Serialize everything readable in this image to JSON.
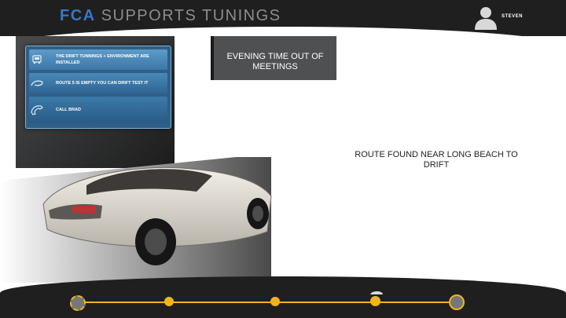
{
  "header": {
    "brand_accent": "FCA",
    "brand_rest": "SUPPORTS TUNINGS",
    "username": "STEVEN",
    "avatar_icon": "user-silhouette-icon"
  },
  "notifications": [
    {
      "icon": "car-icon",
      "text": "THE DRIFT TUNNINGS + ENVIRONMENT ARE INSTALLED"
    },
    {
      "icon": "road-icon",
      "text": "ROUTE 5 IS EMPTY YOU CAN DRIFT TEST IT"
    },
    {
      "icon": "phone-icon",
      "text": "CALL BRAD"
    }
  ],
  "note": "EVENING TIME OUT OF MEETINGS",
  "route_message": "ROUTE FOUND NEAR LONG BEACH TO DRIFT",
  "timeline": {
    "steps": 5,
    "current_step": 4,
    "accent_color": "#f0b41c"
  },
  "colors": {
    "header_bg": "#1f1f1f",
    "brand_blue": "#3a76c9",
    "card_blue": "#2f5f86"
  }
}
